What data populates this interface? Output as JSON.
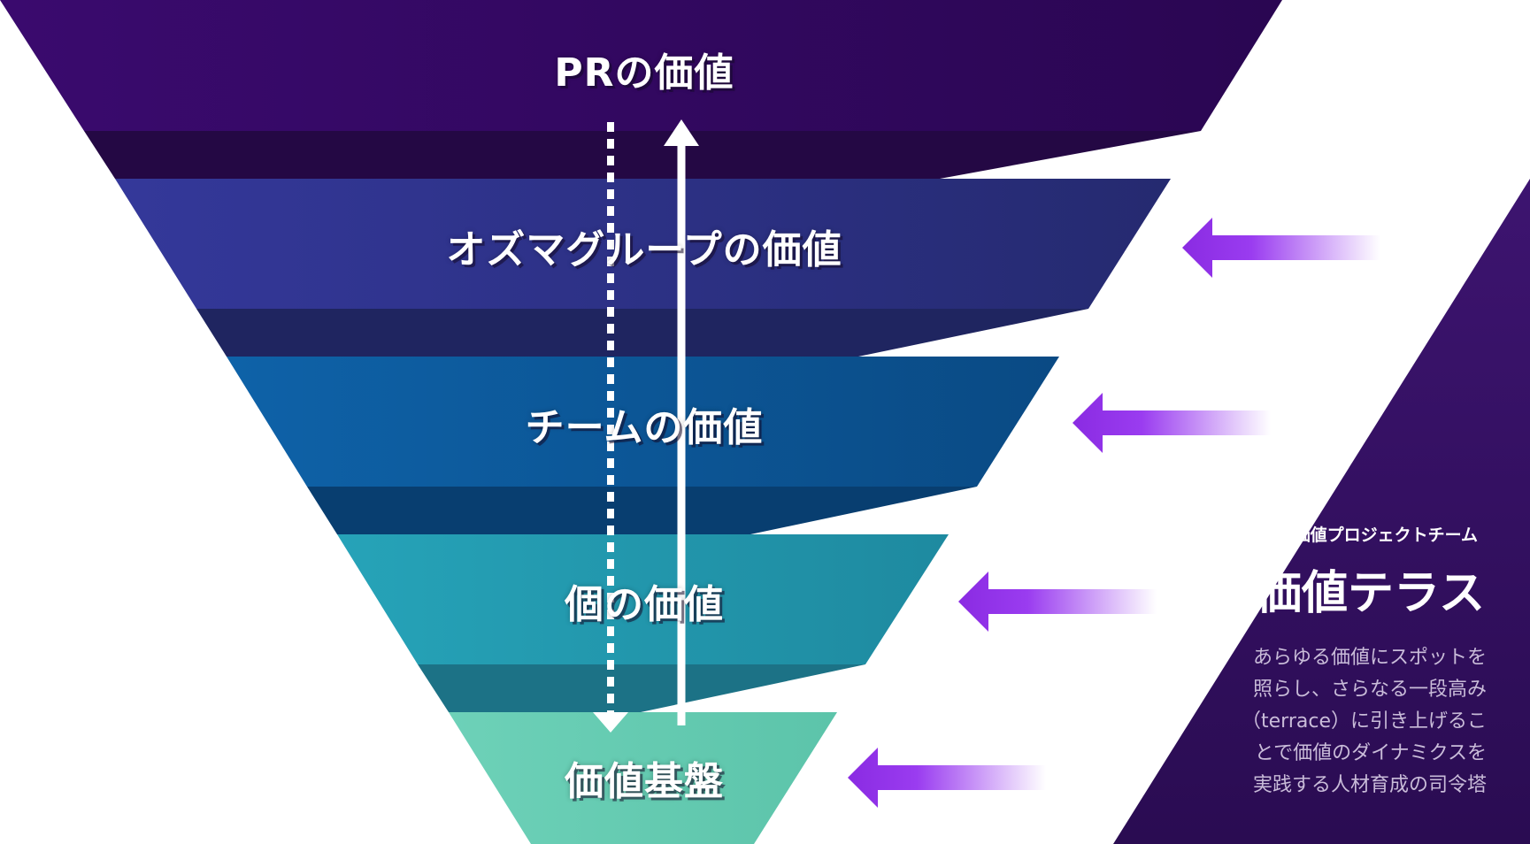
{
  "tiers": [
    {
      "label": "PRの価値",
      "color_left": "#3a0a6e",
      "color_right": "#2a0652"
    },
    {
      "label": "オズマグループの価値",
      "color_left": "#34389a",
      "color_right": "#252a70"
    },
    {
      "label": "チームの価値",
      "color_left": "#0e62a8",
      "color_right": "#0a4a84"
    },
    {
      "label": "個の価値",
      "color_left": "#26a3b8",
      "color_right": "#1e8aa0"
    },
    {
      "label": "価値基盤",
      "color_left": "#6dd1b8",
      "color_right": "#5cc4aa"
    }
  ],
  "team": {
    "subtitle": "価値プロジェクトチーム",
    "name": "価値テラス",
    "description": [
      "あらゆる価値にスポットを",
      "照らし、さらなる一段高み",
      "（terrace）に引き上げるこ",
      "とで価値のダイナミクスを",
      "実践する人材育成の司令塔"
    ]
  },
  "colors": {
    "panel": "#3a1466",
    "accent_arrow": "#8a2be2"
  }
}
